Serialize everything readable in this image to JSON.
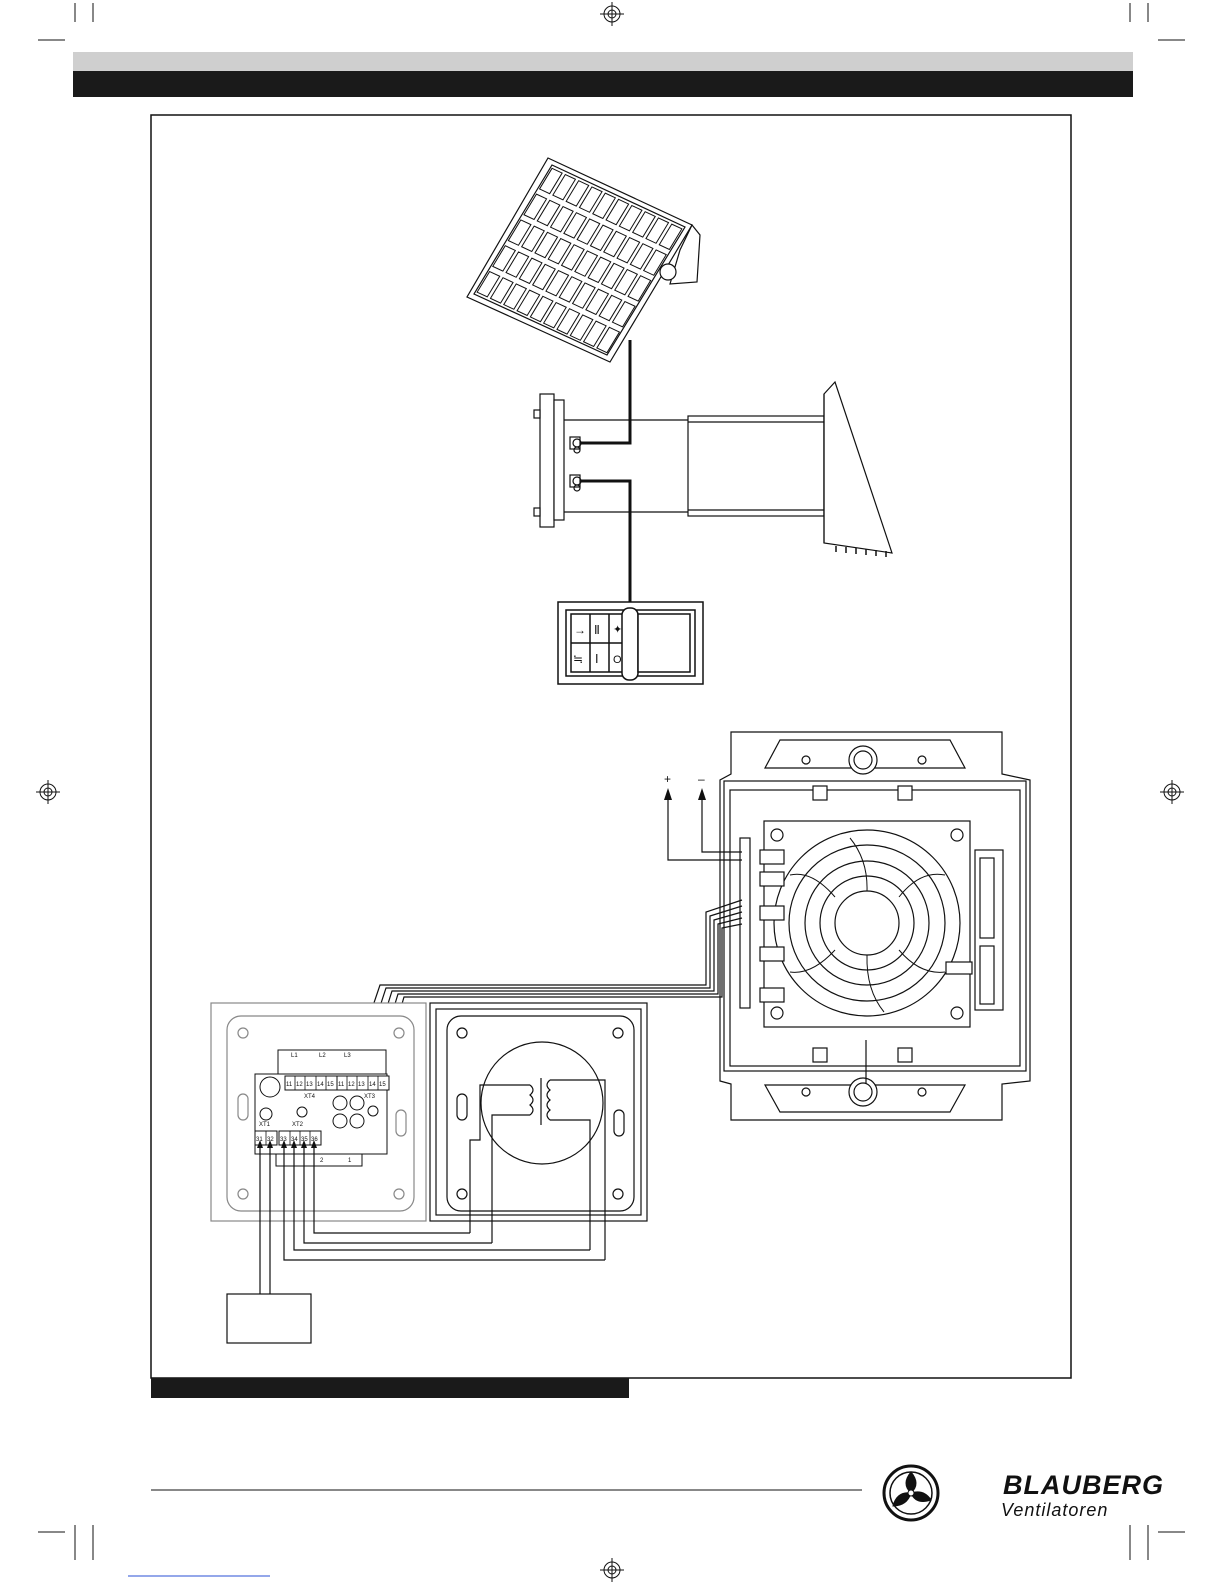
{
  "terminal_labels": {
    "xt4": "XT4",
    "xt3": "XT3",
    "xt1": "XT1",
    "xt2": "XT2",
    "l1": "L1",
    "l2": "L2",
    "l3": "L3",
    "pins_xt4": [
      "11",
      "12",
      "13",
      "14",
      "15"
    ],
    "pins_xt3": [
      "11",
      "12",
      "13",
      "14",
      "15"
    ],
    "pins_xt1": [
      "31",
      "32"
    ],
    "pins_xt2": [
      "33",
      "34",
      "35",
      "36"
    ],
    "n1": "1",
    "n2": "2"
  },
  "polarity": {
    "plus": "+",
    "minus": "–"
  },
  "switch_symbols": {
    "auto": "Ⅱ",
    "on": "Ⅰ",
    "off": "O"
  },
  "brand": {
    "name": "BLAUBERG",
    "sub": "Ventilatoren"
  },
  "colors": {
    "ink": "#111111",
    "header_bar": "#1a1a1a",
    "header_strip": "#cccccc"
  }
}
